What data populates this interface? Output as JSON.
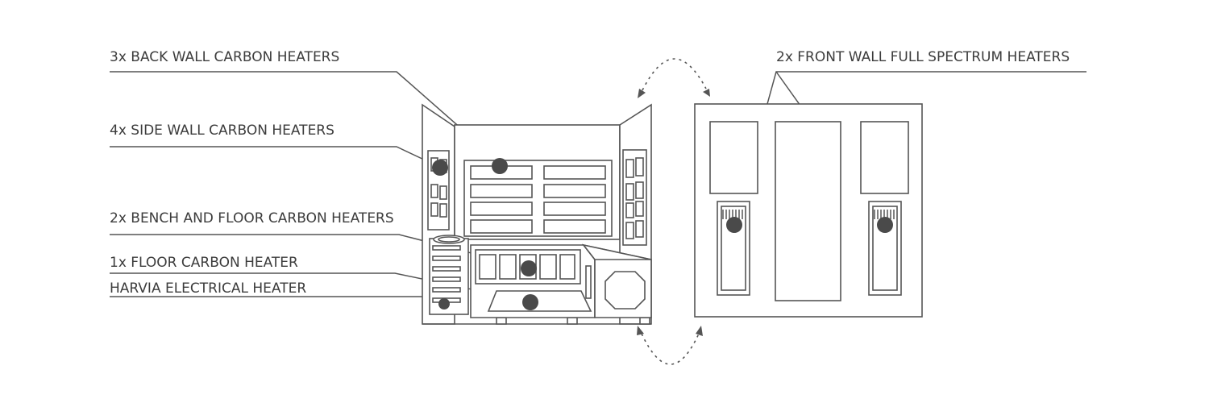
{
  "labels": {
    "back_wall": "3x BACK WALL CARBON HEATERS",
    "side_wall": "4x SIDE WALL CARBON HEATERS",
    "bench_floor": "2x BENCH AND FLOOR CARBON HEATERS",
    "floor": "1x FLOOR CARBON HEATER",
    "harvia": "HARVIA ELECTRICAL HEATER",
    "front_wall": "2x FRONT WALL FULL SPECTRUM HEATERS"
  },
  "colors": {
    "line": "#555555",
    "dot": "#4a4a4a",
    "text": "#3c3c3c"
  }
}
